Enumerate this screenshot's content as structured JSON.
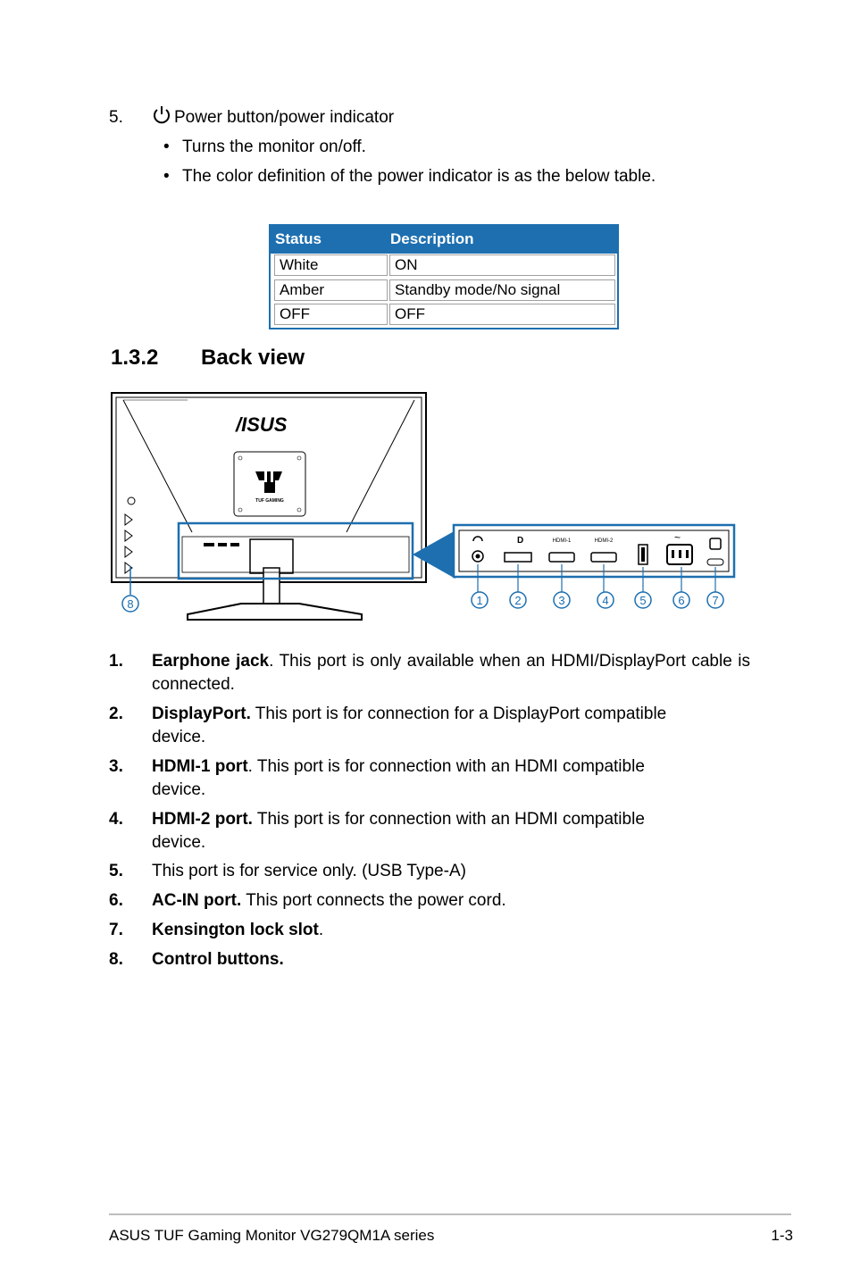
{
  "item5": {
    "number": "5.",
    "label": "Power button/power indicator",
    "bullets": [
      "Turns the monitor on/off.",
      "The color definition of the power indicator is as the below table."
    ]
  },
  "status_table": {
    "headers": [
      "Status",
      "Description"
    ],
    "rows": [
      [
        "White",
        "ON"
      ],
      [
        "Amber",
        "Standby mode/No signal"
      ],
      [
        "OFF",
        "OFF"
      ]
    ]
  },
  "section": {
    "number": "1.3.2",
    "title": "Back view"
  },
  "figure": {
    "logo": "/ISUS",
    "brand_plate": "TUF GAMING",
    "port_labels": {
      "hdmi1": "HDMI-1",
      "hdmi2": "HDMI-2"
    },
    "callouts": [
      "1",
      "2",
      "3",
      "4",
      "5",
      "6",
      "7",
      "8"
    ],
    "accent_color": "#1d6fb0"
  },
  "ports": [
    {
      "num": "1.",
      "name": "Earphone jack",
      "sep": ".",
      "text": " This port is only available when an HDMI/DisplayPort cable is connected."
    },
    {
      "num": "2.",
      "name": "DisplayPort.",
      "sep": "",
      "text": " This port is for connection for a DisplayPort compatible device."
    },
    {
      "num": "3.",
      "name": "HDMI-1 port",
      "sep": ".",
      "text": " This port is for connection with an HDMI compatible device."
    },
    {
      "num": "4.",
      "name": "HDMI-2 port.",
      "sep": "",
      "text": " This port is for connection with an HDMI compatible device."
    },
    {
      "num": "5.",
      "name": "",
      "sep": "",
      "text": "This port is for service only. (USB Type-A)"
    },
    {
      "num": "6.",
      "name": "AC-IN port.",
      "sep": "",
      "text": " This port connects the power cord."
    },
    {
      "num": "7.",
      "name": "Kensington lock slot",
      "sep": ".",
      "text": ""
    },
    {
      "num": "8.",
      "name": "Control buttons.",
      "sep": "",
      "text": ""
    }
  ],
  "footer": {
    "left": "ASUS TUF Gaming Monitor VG279QM1A series",
    "right": "1-3"
  }
}
